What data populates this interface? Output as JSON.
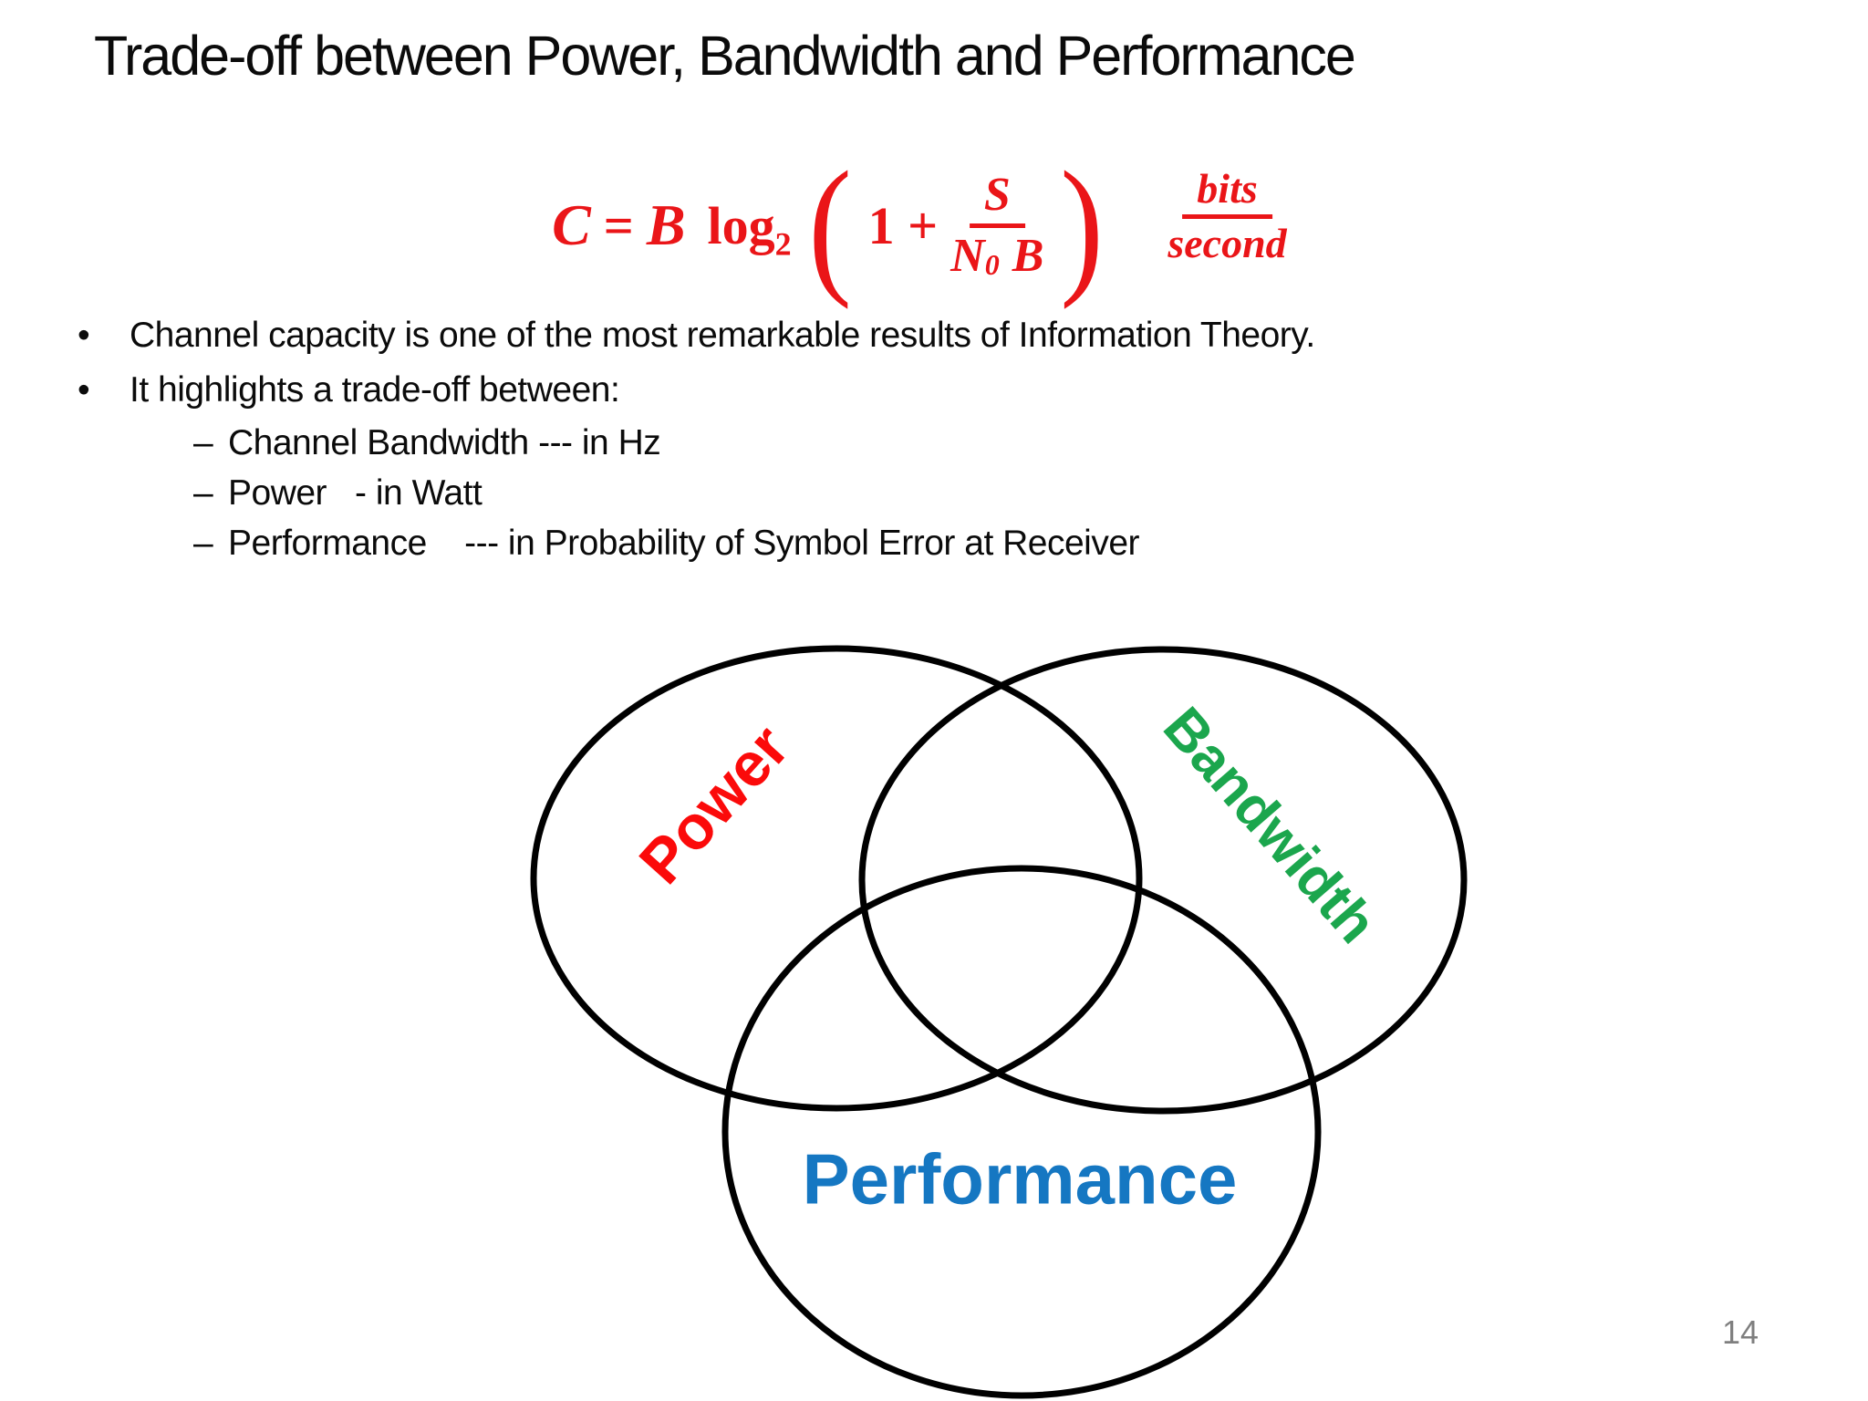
{
  "slide": {
    "title": "Trade-off between Power, Bandwidth and Performance",
    "formula": {
      "lhs": "C",
      "eq": "=",
      "coef": "B",
      "log": "log",
      "log_base": "2",
      "paren_open": "(",
      "one_plus": "1 +",
      "frac_num": "S",
      "frac_den_n": "N",
      "frac_den_sub": "0",
      "frac_den_b": "B",
      "paren_close": ")",
      "unit_num": "bits",
      "unit_den": "second"
    },
    "markers": {
      "bullet": "•",
      "dash": "–"
    },
    "bullets": [
      "Channel capacity is one of the most remarkable results of Information Theory.",
      "It highlights a trade-off between:"
    ],
    "sub_bullets": [
      "Channel Bandwidth --- in Hz",
      "Power   - in Watt",
      "Performance    --- in Probability of Symbol Error at Receiver"
    ],
    "venn": {
      "labels": [
        {
          "text": "Power"
        },
        {
          "text": "Bandwidth"
        },
        {
          "text": "Performance"
        }
      ]
    },
    "page_number": "14"
  },
  "colors": {
    "formula_red": "#ea1518",
    "power_red": "#fb0a0a",
    "bandwidth_green": "#1ba64d",
    "performance_blue": "#1577c2",
    "page_gray": "#7f7f7f"
  }
}
